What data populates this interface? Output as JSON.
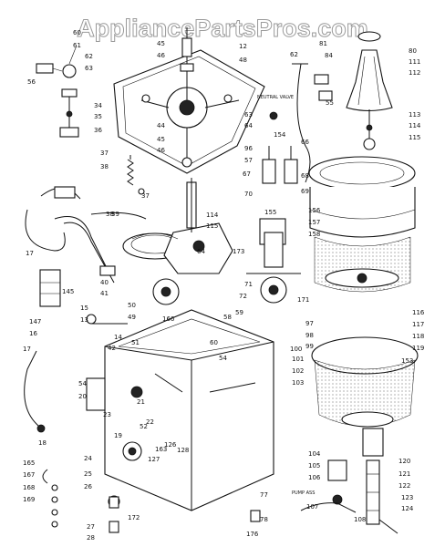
{
  "watermark": "AppliancePartsPros.com",
  "labels": {
    "neutral_valve": "NEUTRAL VALVE",
    "pump_ass": "PUMP ASS"
  },
  "callouts": [
    "60",
    "61",
    "62",
    "63",
    "45",
    "46",
    "12",
    "48",
    "81",
    "84",
    "62",
    "80",
    "111",
    "112",
    "56",
    "63",
    "55",
    "113",
    "114",
    "115",
    "34",
    "35",
    "36",
    "44",
    "45",
    "64",
    "96",
    "46",
    "57",
    "37",
    "38",
    "37",
    "67",
    "66",
    "70",
    "68",
    "69",
    "17",
    "38",
    "114",
    "115",
    "40",
    "41",
    "71",
    "72",
    "171",
    "145",
    "50",
    "49",
    "147",
    "15",
    "13",
    "14",
    "16",
    "17",
    "18",
    "42",
    "54",
    "20",
    "23",
    "21",
    "22",
    "19",
    "166",
    "165",
    "167",
    "168",
    "169",
    "24",
    "25",
    "26",
    "27",
    "28",
    "39",
    "163",
    "123",
    "124",
    "120",
    "121",
    "122",
    "101",
    "102",
    "103",
    "104",
    "105",
    "106",
    "107",
    "108",
    "98",
    "99",
    "100",
    "97",
    "116",
    "117",
    "118",
    "119",
    "59",
    "51",
    "52",
    "58",
    "60",
    "78",
    "77",
    "176",
    "172",
    "127",
    "126",
    "128",
    "54",
    "173",
    "64",
    "153",
    "154",
    "155",
    "156",
    "157",
    "158"
  ],
  "colors": {
    "ink": "#111111",
    "watermark_stroke": "#9a9a9a"
  }
}
